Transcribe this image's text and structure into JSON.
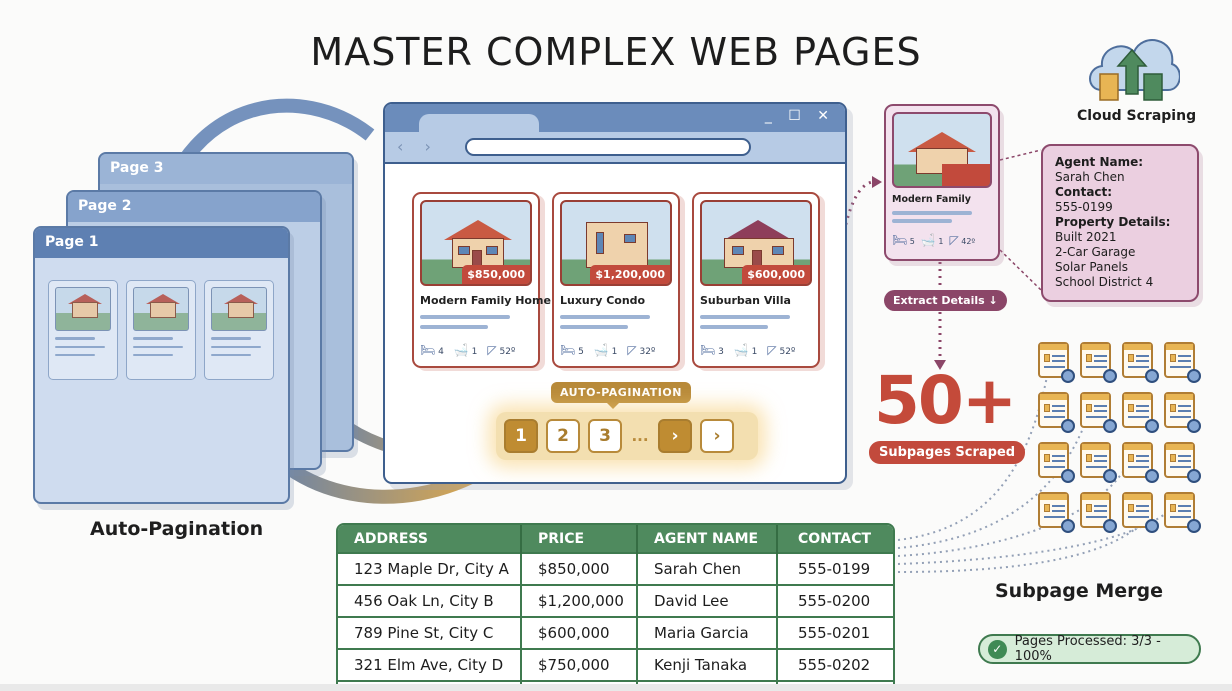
{
  "title": "MASTER COMPLEX WEB PAGES",
  "pagination_stack": {
    "pages": [
      "Page 3",
      "Page 2",
      "Page 1"
    ],
    "label": "Auto-Pagination"
  },
  "browser": {
    "window_controls": "_ ☐ ✕",
    "nav_arrows": "‹ ›",
    "listings": [
      {
        "name": "Modern Family Home",
        "price": "$850,000",
        "beds": "4",
        "baths": "1",
        "area": "52º"
      },
      {
        "name": "Luxury Condo",
        "price": "$1,200,000",
        "beds": "5",
        "baths": "1",
        "area": "32º"
      },
      {
        "name": "Suburban Villa",
        "price": "$600,000",
        "beds": "3",
        "baths": "1",
        "area": "52º"
      }
    ],
    "pagination": {
      "tag": "AUTO-PAGINATION",
      "pages": [
        "1",
        "2",
        "3"
      ],
      "ellipsis": "...",
      "next": "›",
      "last": "›"
    }
  },
  "detail": {
    "name": "Modern Family",
    "beds": "5",
    "baths": "1",
    "area": "42º",
    "extract_label": "Extract Details ↓",
    "info": {
      "agent_label": "Agent Name:",
      "agent": "Sarah Chen",
      "contact_label": "Contact:",
      "contact": "555-0199",
      "property_label": "Property Details:",
      "details": [
        "Built 2021",
        "2-Car Garage",
        "Solar Panels",
        "School District 4"
      ]
    }
  },
  "cloud": {
    "label": "Cloud Scraping"
  },
  "subpages": {
    "count": "50+",
    "label": "Subpages Scraped",
    "merge_label": "Subpage Merge"
  },
  "status": {
    "text": "Pages Processed: 3/3 - 100%",
    "icon": "✓"
  },
  "table": {
    "columns": [
      "ADDRESS",
      "PRICE",
      "AGENT NAME",
      "CONTACT"
    ],
    "rows": [
      [
        "123 Maple Dr, City A",
        "$850,000",
        "Sarah Chen",
        "555-0199"
      ],
      [
        "456 Oak Ln, City B",
        "$1,200,000",
        "David Lee",
        "555-0200"
      ],
      [
        "789 Pine St, City C",
        "$600,000",
        "Maria Garcia",
        "555-0201"
      ],
      [
        "321 Elm Ave, City D",
        "$750,000",
        "Kenji Tanaka",
        "555-0202"
      ]
    ]
  },
  "colors": {
    "browser_blue": "#3e5f8e",
    "listing_red": "#c24a3c",
    "pagination_gold": "#bf8c32",
    "detail_plum": "#8b4668",
    "table_green": "#4f8a5e"
  }
}
